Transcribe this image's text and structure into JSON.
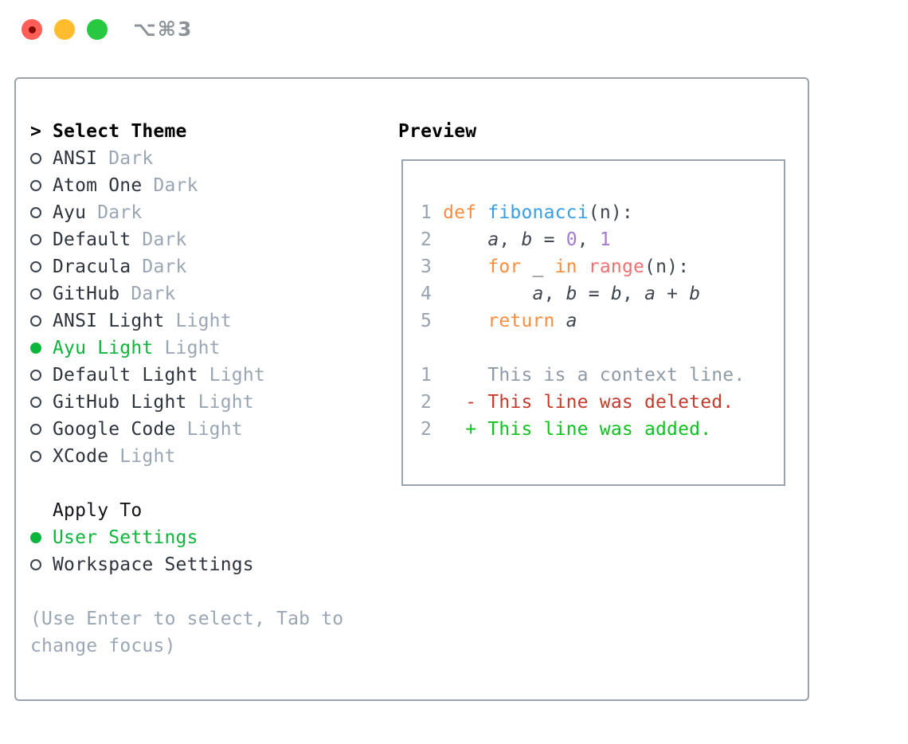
{
  "colors": {
    "accent_green": "#0db53c",
    "window_title": "#8b9298",
    "box_border": "#9aa3ae",
    "text_primary": "#2e343d",
    "text_muted": "#9aa6b3",
    "heading": "#000000",
    "line_number": "#98a3b0",
    "code_plain": "#3f4650",
    "code_keyword": "#fa8d3e",
    "code_function": "#399ee6",
    "code_number": "#a37acc",
    "code_builtin": "#f07171",
    "diff_context": "#8f9aa7",
    "diff_deleted": "#c43b2b",
    "diff_added": "#0dc11f",
    "traffic_red": "#ff5f57",
    "traffic_red_dot": "#850b00",
    "traffic_yellow": "#febc2e",
    "traffic_green": "#28c840"
  },
  "titlebar": {
    "title": "⌥⌘3"
  },
  "theme_panel": {
    "header": {
      "prompt": ">",
      "label": "Select Theme"
    },
    "themes": [
      {
        "name": "ANSI",
        "variant": "Dark",
        "selected": false
      },
      {
        "name": "Atom One",
        "variant": "Dark",
        "selected": false
      },
      {
        "name": "Ayu",
        "variant": "Dark",
        "selected": false
      },
      {
        "name": "Default",
        "variant": "Dark",
        "selected": false
      },
      {
        "name": "Dracula",
        "variant": "Dark",
        "selected": false
      },
      {
        "name": "GitHub",
        "variant": "Dark",
        "selected": false
      },
      {
        "name": "ANSI Light",
        "variant": "Light",
        "selected": false
      },
      {
        "name": "Ayu Light",
        "variant": "Light",
        "selected": true
      },
      {
        "name": "Default Light",
        "variant": "Light",
        "selected": false
      },
      {
        "name": "GitHub Light",
        "variant": "Light",
        "selected": false
      },
      {
        "name": "Google Code",
        "variant": "Light",
        "selected": false
      },
      {
        "name": "XCode",
        "variant": "Light",
        "selected": false
      }
    ],
    "apply_to": {
      "label": "Apply To",
      "options": [
        {
          "name": "User Settings",
          "selected": true
        },
        {
          "name": "Workspace Settings",
          "selected": false
        }
      ]
    },
    "hint_lines": [
      "(Use Enter to select, Tab to",
      "change focus)"
    ]
  },
  "preview": {
    "label": "Preview",
    "code_lines": [
      {
        "num": "1",
        "tokens": [
          {
            "text": "def",
            "type": "keyword"
          },
          {
            "text": " ",
            "type": "plain"
          },
          {
            "text": "fibonacci",
            "type": "function"
          },
          {
            "text": "(n):",
            "type": "plain"
          }
        ]
      },
      {
        "num": "2",
        "tokens": [
          {
            "text": "    ",
            "type": "plain"
          },
          {
            "text": "a",
            "type": "var"
          },
          {
            "text": ", ",
            "type": "plain"
          },
          {
            "text": "b",
            "type": "var"
          },
          {
            "text": " = ",
            "type": "plain"
          },
          {
            "text": "0",
            "type": "number"
          },
          {
            "text": ", ",
            "type": "plain"
          },
          {
            "text": "1",
            "type": "number"
          }
        ]
      },
      {
        "num": "3",
        "tokens": [
          {
            "text": "    ",
            "type": "plain"
          },
          {
            "text": "for",
            "type": "keyword"
          },
          {
            "text": " _ ",
            "type": "plain"
          },
          {
            "text": "in",
            "type": "keyword"
          },
          {
            "text": " ",
            "type": "plain"
          },
          {
            "text": "range",
            "type": "builtin"
          },
          {
            "text": "(n):",
            "type": "plain"
          }
        ]
      },
      {
        "num": "4",
        "tokens": [
          {
            "text": "        ",
            "type": "plain"
          },
          {
            "text": "a",
            "type": "var"
          },
          {
            "text": ", ",
            "type": "plain"
          },
          {
            "text": "b",
            "type": "var"
          },
          {
            "text": " = ",
            "type": "plain"
          },
          {
            "text": "b",
            "type": "var"
          },
          {
            "text": ", ",
            "type": "plain"
          },
          {
            "text": "a",
            "type": "var"
          },
          {
            "text": " + ",
            "type": "plain"
          },
          {
            "text": "b",
            "type": "var"
          }
        ]
      },
      {
        "num": "5",
        "tokens": [
          {
            "text": "    ",
            "type": "plain"
          },
          {
            "text": "return",
            "type": "keyword"
          },
          {
            "text": " ",
            "type": "plain"
          },
          {
            "text": "a",
            "type": "var"
          }
        ]
      }
    ],
    "diff_lines": [
      {
        "num": "1",
        "text": "    This is a context line.",
        "type": "context"
      },
      {
        "num": "2",
        "text": "  - This line was deleted.",
        "type": "deleted"
      },
      {
        "num": "2",
        "text": "  + This line was added.",
        "type": "added"
      }
    ]
  }
}
